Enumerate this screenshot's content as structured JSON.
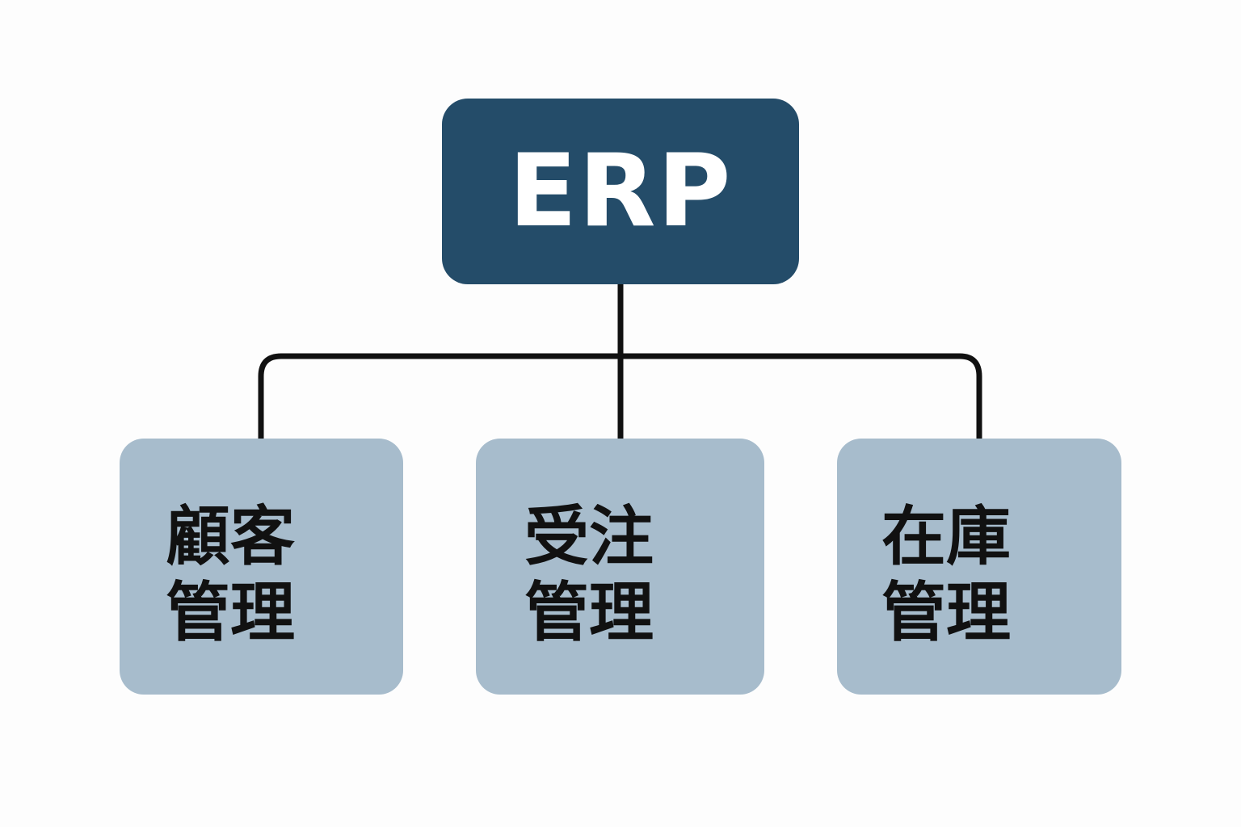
{
  "diagram": {
    "type": "hierarchy",
    "root": {
      "label": "ERP",
      "color": "#244c69",
      "text_color": "#ffffff"
    },
    "children": [
      {
        "label": "顧客\n管理",
        "line1": "顧客",
        "line2": "管理"
      },
      {
        "label": "受注\n管理",
        "line1": "受注",
        "line2": "管理"
      },
      {
        "label": "在庫\n管理",
        "line1": "在庫",
        "line2": "管理"
      }
    ],
    "child_color": "#a7bccc",
    "connector_color": "#111111"
  }
}
